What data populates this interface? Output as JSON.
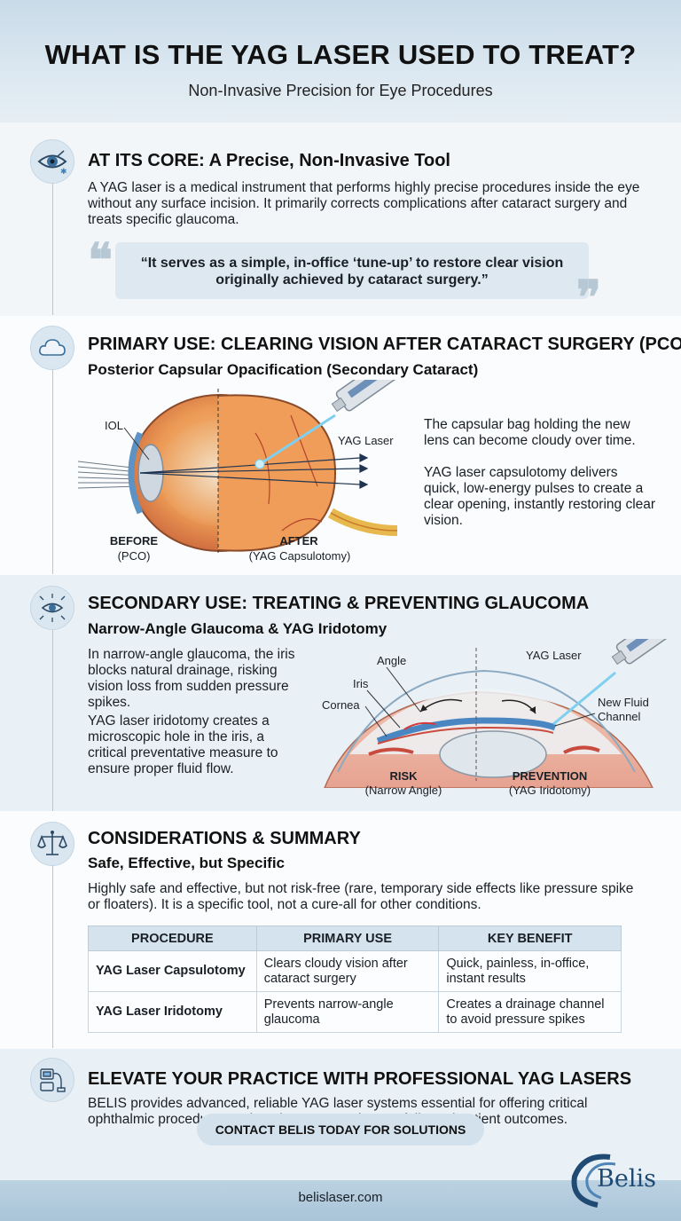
{
  "header": {
    "title": "WHAT IS THE YAG LASER USED TO TREAT?",
    "subtitle": "Non-Invasive Precision for Eye Procedures"
  },
  "core": {
    "icon": "eye-icon",
    "title": "AT ITS CORE: A Precise, Non-Invasive Tool",
    "body": "A YAG laser is a medical instrument that performs highly precise procedures inside the eye without any surface incision. It primarily corrects complications after cataract surgery and treats specific glaucoma.",
    "quote": "“It serves as a simple, in-office ‘tune-up’ to restore clear vision originally achieved by cataract surgery.”"
  },
  "primary": {
    "icon": "cloud-icon",
    "title": "PRIMARY USE: CLEARING VISION AFTER CATARACT SURGERY (PCO)",
    "subtitle": "Posterior Capsular Opacification (Secondary Cataract)",
    "diagram": {
      "iol_label": "IOL",
      "laser_label": "YAG Laser",
      "before_label": "BEFORE",
      "before_sub": "(PCO)",
      "after_label": "AFTER",
      "after_sub": "(YAG Capsulotomy)"
    },
    "para1": "The capsular bag holding the new lens can become cloudy over time.",
    "para2": "YAG laser capsulotomy delivers quick, low-energy pulses to create a clear opening, instantly restoring clear vision."
  },
  "secondary": {
    "icon": "eye-pressure-icon",
    "title": "SECONDARY USE: TREATING & PREVENTING GLAUCOMA",
    "subtitle": "Narrow-Angle Glaucoma & YAG Iridotomy",
    "para1": "In narrow-angle glaucoma, the iris blocks natural drainage, risking vision loss from sudden pressure spikes.",
    "para2": "YAG laser iridotomy creates a microscopic hole in the iris, a critical preventative measure to ensure proper fluid flow.",
    "diagram": {
      "angle_label": "Angle",
      "iris_label": "Iris",
      "cornea_label": "Cornea",
      "laser_label": "YAG Laser",
      "channel_label_1": "New Fluid",
      "channel_label_2": "Channel",
      "risk_label": "RISK",
      "risk_sub": "(Narrow Angle)",
      "prevention_label": "PREVENTION",
      "prevention_sub": "(YAG Iridotomy)"
    }
  },
  "considerations": {
    "icon": "scales-icon",
    "title": "CONSIDERATIONS & SUMMARY",
    "subtitle": "Safe, Effective, but Specific",
    "body": "Highly safe and effective, but not risk-free (rare, temporary side effects like pressure spike or floaters). It is a specific tool, not a cure-all for other conditions.",
    "table": {
      "headers": [
        "PROCEDURE",
        "PRIMARY USE",
        "KEY BENEFIT"
      ],
      "rows": [
        [
          "YAG Laser Capsulotomy",
          "Clears cloudy vision after cataract surgery",
          "Quick, painless, in-office, instant results"
        ],
        [
          "YAG Laser Iridotomy",
          "Prevents narrow-angle glaucoma",
          "Creates a drainage channel to avoid pressure spikes"
        ]
      ]
    }
  },
  "cta": {
    "icon": "laser-device-icon",
    "title": "ELEVATE YOUR PRACTICE WITH PROFESSIONAL YAG LASERS",
    "body": "BELIS provides advanced, reliable YAG laser systems essential for offering critical ophthalmic procedures, enhancing your service portfolio and patient outcomes.",
    "button": "CONTACT BELIS TODAY FOR SOLUTIONS",
    "brand": "Belis",
    "url": "belislaser.com"
  }
}
